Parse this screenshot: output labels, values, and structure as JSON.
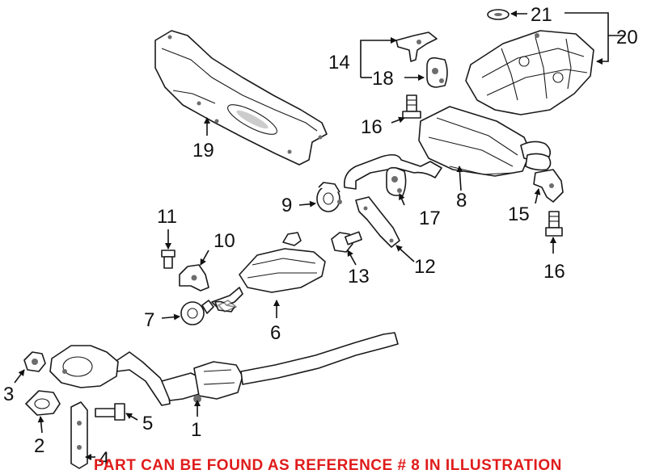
{
  "notice": {
    "text": "PART CAN BE FOUND AS REFERENCE # 8 IN ILLUSTRATION",
    "color": "#e01b1b"
  },
  "callouts": [
    {
      "id": "c1",
      "label": "1"
    },
    {
      "id": "c2",
      "label": "2"
    },
    {
      "id": "c3",
      "label": "3"
    },
    {
      "id": "c4",
      "label": "4"
    },
    {
      "id": "c5",
      "label": "5"
    },
    {
      "id": "c6",
      "label": "6"
    },
    {
      "id": "c7",
      "label": "7"
    },
    {
      "id": "c8",
      "label": "8"
    },
    {
      "id": "c9",
      "label": "9"
    },
    {
      "id": "c10",
      "label": "10"
    },
    {
      "id": "c11",
      "label": "11"
    },
    {
      "id": "c12",
      "label": "12"
    },
    {
      "id": "c13",
      "label": "13"
    },
    {
      "id": "c14",
      "label": "14"
    },
    {
      "id": "c15",
      "label": "15"
    },
    {
      "id": "c16a",
      "label": "16"
    },
    {
      "id": "c16b",
      "label": "16"
    },
    {
      "id": "c17",
      "label": "17"
    },
    {
      "id": "c18",
      "label": "18"
    },
    {
      "id": "c19",
      "label": "19"
    },
    {
      "id": "c20",
      "label": "20"
    },
    {
      "id": "c21",
      "label": "21"
    }
  ]
}
